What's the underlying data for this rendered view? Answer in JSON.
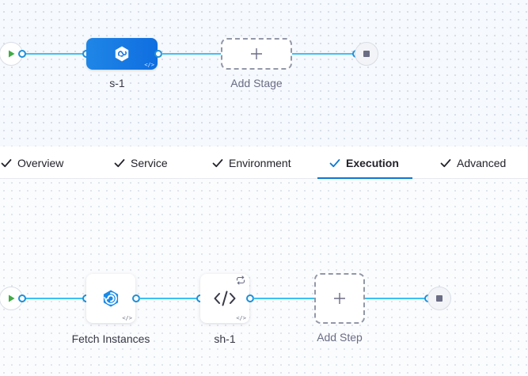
{
  "pipeline": {
    "stage_label": "s-1",
    "add_stage_label": "Add Stage"
  },
  "tabs": [
    {
      "label": "Overview",
      "completed": true,
      "active": false
    },
    {
      "label": "Service",
      "completed": true,
      "active": false
    },
    {
      "label": "Environment",
      "completed": true,
      "active": false
    },
    {
      "label": "Execution",
      "completed": true,
      "active": true
    },
    {
      "label": "Advanced",
      "completed": true,
      "active": false
    }
  ],
  "execution": {
    "steps": [
      {
        "label": "Fetch Instances",
        "icon": "fetch-instances-icon"
      },
      {
        "label": "sh-1",
        "icon": "code-icon",
        "badge_icon": "loop-icon"
      }
    ],
    "add_step_label": "Add Step"
  },
  "code_badge_text": "</>",
  "colors": {
    "accent": "#0b78d1",
    "connector": "#3dc1f3",
    "stage_fill": "#1f86e6",
    "start_green": "#42ab45",
    "end_gray": "#6b6d85"
  }
}
